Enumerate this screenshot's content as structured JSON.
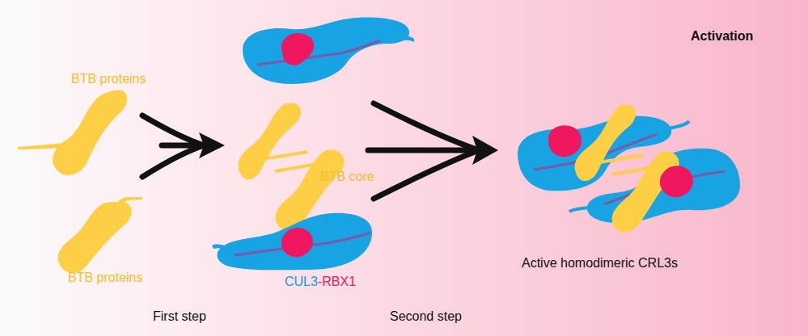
{
  "diagram": {
    "title": "Activation",
    "labels": [
      "BTB proteins",
      "BTB proteins",
      "BTB core",
      "CUL3",
      "-RBX1",
      "Active homodimeric CRL3s",
      "First step",
      "Second step"
    ]
  }
}
